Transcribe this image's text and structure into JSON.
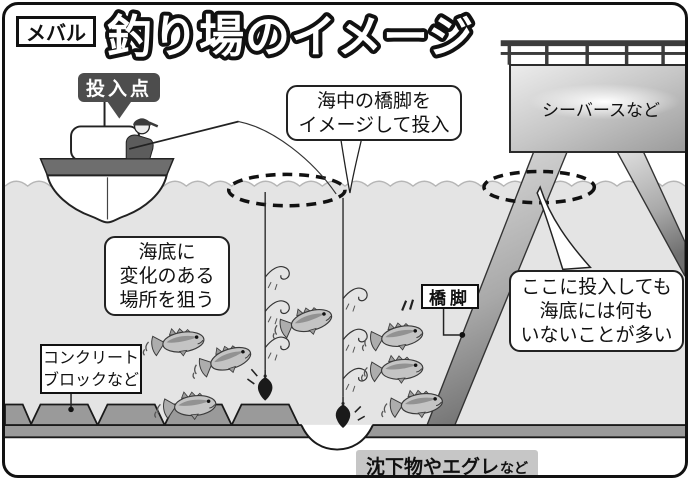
{
  "header": {
    "species_badge": "メバル",
    "title": "釣り場のイメージ"
  },
  "callouts": {
    "cast_point_badge": "投入点",
    "bubble_cast_target": {
      "line1": "海中の橋脚を",
      "line2": "イメージして投入"
    },
    "bubble_seabed_variation": {
      "line1": "海底に",
      "line2": "変化のある",
      "line3": "場所を狙う"
    },
    "bubble_empty_bottom": {
      "line1": "ここに投入しても",
      "line2": "海底には何も",
      "line3": "いないことが多い"
    },
    "label_sea_berth": "シーバースなど",
    "label_bridge_pier": "橋脚",
    "label_concrete_block": {
      "line1": "コンクリート",
      "line2": "ブロックなど"
    },
    "caption_bottom": {
      "main": "沈下物やエグレ",
      "suffix": "など"
    }
  },
  "illustration": {
    "fish_count": 7,
    "elements": [
      "fishing-boat",
      "fisherman",
      "fishing-rod",
      "cast-line",
      "splash-ellipse-left",
      "splash-ellipse-right",
      "sea-berth-pier",
      "pier-legs",
      "dropper-rig-lines",
      "hooks",
      "sinkers",
      "mebaru-fish",
      "concrete-blocks",
      "seabed-undercut",
      "water-surface"
    ]
  },
  "colors": {
    "ink": "#111111",
    "water": "#e4e4e4",
    "seabed_gray": "#9a9a9a",
    "badge_bg": "#4d4d4d",
    "caption_bg": "#c6c6c6",
    "pier_gray": "#b5b5b5"
  }
}
